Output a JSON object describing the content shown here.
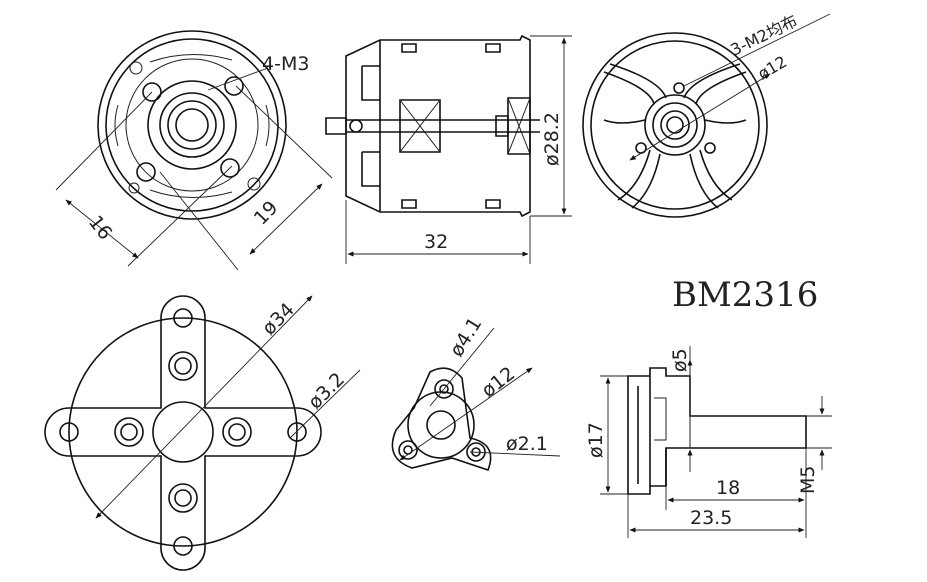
{
  "model": "BM2316",
  "labels": {
    "holes_m3": "4-M3",
    "dim_16": "16",
    "dim_19": "19",
    "dim_32": "32",
    "dia_28_2": "ø28.2",
    "holes_m2": "3-M2均布",
    "dia_12_top": "ø12",
    "dia_34": "ø34",
    "dia_3_2": "ø3.2",
    "dia_4_1": "ø4.1",
    "dia_12_mid": "ø12",
    "dia_2_1": "ø2.1",
    "dia_5": "ø5",
    "dia_17": "ø17",
    "dim_18": "18",
    "thread_m5": "M5",
    "dim_23_5": "23.5"
  },
  "colors": {
    "line": "#111111",
    "background": "#ffffff"
  }
}
